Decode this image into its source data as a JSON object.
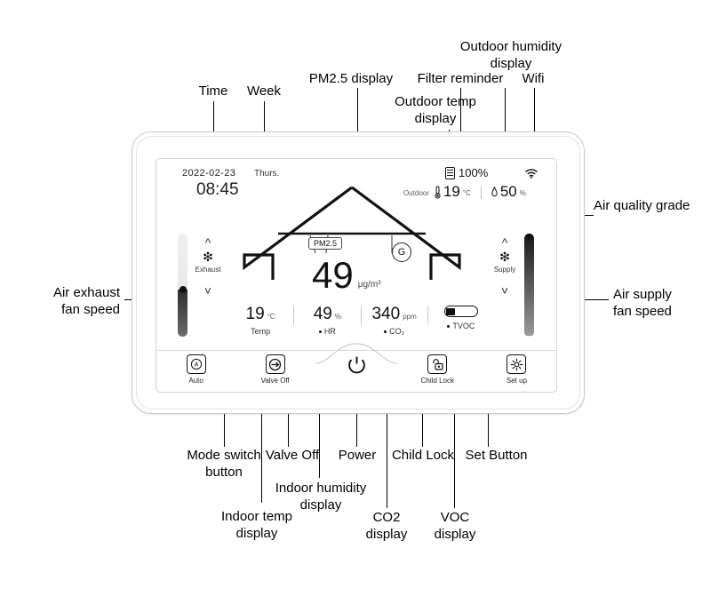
{
  "device": {
    "status_bar": {
      "date": "2022-02-23",
      "week": "Thurs.",
      "time": "08:45",
      "filter_icon": "filter-icon",
      "filter_percent": "100%",
      "wifi_icon": "wifi-icon",
      "outdoor_label": "Outdoor",
      "outdoor_temp_icon": "thermometer-icon",
      "outdoor_temp_value": "19",
      "outdoor_temp_unit": "°C",
      "outdoor_humidity_icon": "humidity-drop-icon",
      "outdoor_humidity_value": "50",
      "outdoor_humidity_unit": "%"
    },
    "house": {
      "pm_tag": "PM2.5",
      "grade_badge": "G",
      "pm_value": "49",
      "pm_unit": "μg/m³"
    },
    "sensors": [
      {
        "value": "19",
        "unit": "°C",
        "caption": "Temp",
        "has_dot": false
      },
      {
        "value": "49",
        "unit": "%",
        "caption": "HR",
        "has_dot": true
      },
      {
        "value": "340",
        "unit": "ppm",
        "caption": "CO₂",
        "has_dot": true
      },
      {
        "value": "",
        "unit": "",
        "caption": "TVOC",
        "has_dot": true,
        "gauge": {
          "segments": 3,
          "filled": 1
        }
      }
    ],
    "fans": {
      "exhaust": {
        "label": "Exhaust",
        "icon": "fan-icon",
        "up_icon": "chevron-up-icon",
        "down_icon": "chevron-down-icon",
        "level_percent": 46
      },
      "supply": {
        "label": "Supply",
        "icon": "fan-icon",
        "up_icon": "chevron-up-icon",
        "down_icon": "chevron-down-icon",
        "level_percent": 99
      }
    },
    "buttons": [
      {
        "label": "Auto",
        "icon": "auto-mode-icon"
      },
      {
        "label": "Valve Off",
        "icon": "valve-icon"
      },
      {
        "label": "",
        "icon": "power-icon"
      },
      {
        "label": "Child Lock",
        "icon": "padlock-open-icon"
      },
      {
        "label": "Set up",
        "icon": "gear-icon"
      }
    ]
  },
  "annotations": {
    "time": "Time",
    "week": "Week",
    "pm25_display": "PM2.5 display",
    "filter_reminder": "Filter reminder",
    "outdoor_temp_display": "Outdoor temp\ndisplay",
    "outdoor_humidity_display": "Outdoor humidity\ndisplay",
    "wifi": "Wifi",
    "air_quality_grade": "Air quality grade",
    "air_exhaust_fan_speed": "Air exhaust\nfan speed",
    "air_supply_fan_speed": "Air supply\nfan speed",
    "mode_switch_button": "Mode switch\nbutton",
    "valve_off": "Valve Off",
    "power": "Power",
    "child_lock": "Child Lock",
    "set_button": "Set Button",
    "indoor_temp_display": "Indoor temp\ndisplay",
    "indoor_humidity_display": "Indoor humidity\ndisplay",
    "co2_display": "CO2\ndisplay",
    "voc_display": "VOC\ndisplay"
  },
  "colors": {
    "ink": "#000000",
    "bezel": "#c9c9c9",
    "screen_border": "#d2d2d2"
  }
}
